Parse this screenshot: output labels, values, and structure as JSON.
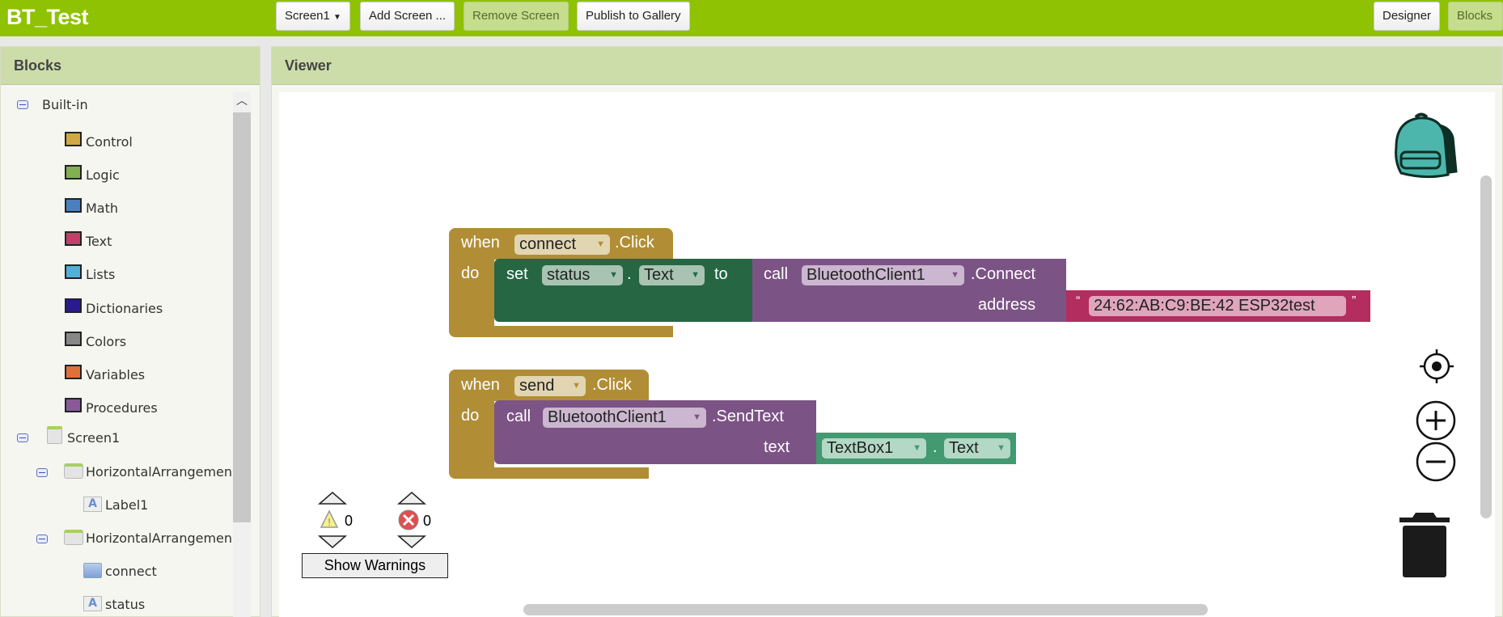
{
  "app": {
    "project_title": "BT_Test"
  },
  "toolbar": {
    "screen_select": "Screen1",
    "add_screen": "Add Screen ...",
    "remove_screen": "Remove Screen",
    "publish": "Publish to Gallery",
    "designer": "Designer",
    "blocks": "Blocks"
  },
  "blocks_panel": {
    "title": "Blocks",
    "builtin": {
      "label": "Built-in",
      "categories": [
        {
          "label": "Control",
          "color": "#d0a847"
        },
        {
          "label": "Logic",
          "color": "#80b050"
        },
        {
          "label": "Math",
          "color": "#4a80c0"
        },
        {
          "label": "Text",
          "color": "#c0406a"
        },
        {
          "label": "Lists",
          "color": "#50b0d8"
        },
        {
          "label": "Dictionaries",
          "color": "#2a1a90"
        },
        {
          "label": "Colors",
          "color": "#888888"
        },
        {
          "label": "Variables",
          "color": "#e0703a"
        },
        {
          "label": "Procedures",
          "color": "#8a5a98"
        }
      ]
    },
    "components": {
      "screen": "Screen1",
      "items": [
        {
          "label": "HorizontalArrangemen",
          "type": "arrangement",
          "level": 1
        },
        {
          "label": "Label1",
          "type": "label",
          "level": 2
        },
        {
          "label": "HorizontalArrangemen",
          "type": "arrangement",
          "level": 1
        },
        {
          "label": "connect",
          "type": "button",
          "level": 2
        },
        {
          "label": "status",
          "type": "label",
          "level": 2
        }
      ]
    }
  },
  "viewer": {
    "title": "Viewer",
    "block1": {
      "when": "when",
      "component": "connect",
      "event": ".Click",
      "do": "do",
      "set": "set",
      "target": "status",
      "dot": ".",
      "property": "Text",
      "to": "to",
      "call": "call",
      "client": "BluetoothClient1",
      "method": ".Connect",
      "arg": "address",
      "open_quote": "“",
      "value": "24:62:AB:C9:BE:42 ESP32test",
      "close_quote": "”"
    },
    "block2": {
      "when": "when",
      "component": "send",
      "event": ".Click",
      "do": "do",
      "call": "call",
      "client": "BluetoothClient1",
      "method": ".SendText",
      "arg": "text",
      "source": "TextBox1",
      "dot": ".",
      "property": "Text"
    },
    "warnings": {
      "warning_count": "0",
      "error_count": "0",
      "show_warnings": "Show Warnings"
    },
    "colors": {
      "event": "#b18e35",
      "setter": "#266643",
      "method": "#7c5385",
      "text": "#b32d5e",
      "getter": "#439970"
    }
  }
}
